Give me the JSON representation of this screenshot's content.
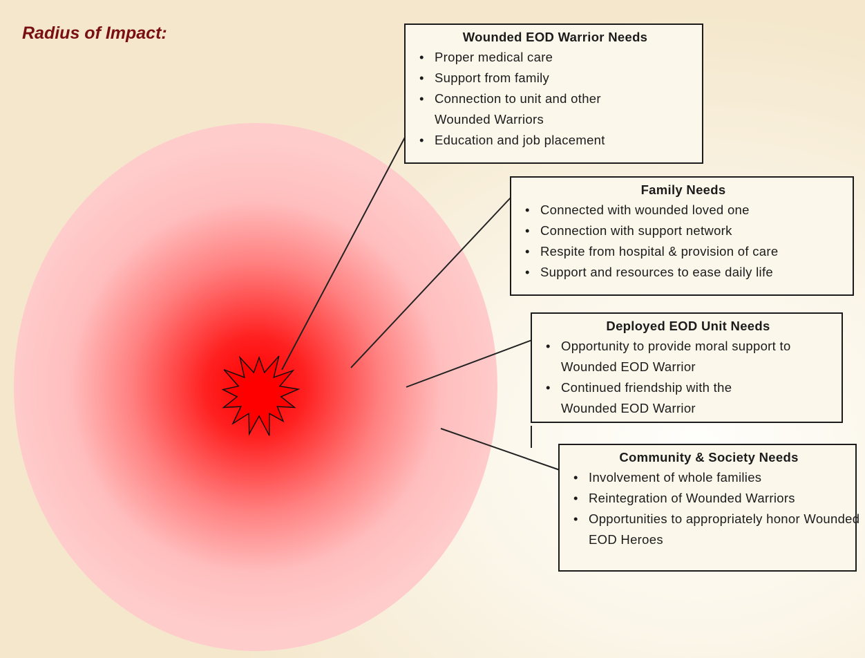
{
  "heading": "Radius of Impact:",
  "colors": {
    "heading": "#7a0f12",
    "impact_core": "#ff0000",
    "impact_outer": "#ffc8c8",
    "box_border": "#1b1b1b"
  },
  "icons": {
    "center": "explosion-burst-icon",
    "bullet": "bullet-icon"
  },
  "boxes": [
    {
      "title": "Wounded EOD Warrior Needs",
      "items": [
        "Proper medical care",
        "Support from family",
        "Connection to unit and other Wounded Warriors",
        "Education and job placement"
      ]
    },
    {
      "title": "Family Needs",
      "items": [
        "Connected with wounded loved one",
        "Connection with support network",
        "Respite from hospital & provision of care",
        "Support and resources to ease daily life"
      ]
    },
    {
      "title": "Deployed EOD Unit Needs",
      "items": [
        "Opportunity to provide moral support to Wounded EOD Warrior",
        "Continued friendship with the Wounded EOD Warrior"
      ]
    },
    {
      "title": "Community & Society Needs",
      "items": [
        "Involvement of whole families",
        "Reintegration of Wounded Warriors",
        "Opportunities to appropriately honor Wounded EOD Heroes"
      ]
    }
  ]
}
